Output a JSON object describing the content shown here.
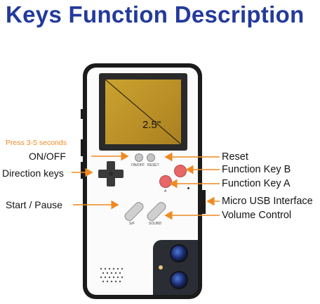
{
  "title": "Keys Function Description",
  "screen_size": "2.5\"",
  "left_labels": {
    "press_hint": "Press 3-5 seconds",
    "on_off": "ON/OFF",
    "direction": "Direction keys",
    "start_pause": "Start / Pause"
  },
  "right_labels": {
    "reset": "Reset",
    "function_b": "Function Key B",
    "function_a": "Function Key A",
    "usb": "Micro USB Interface",
    "volume": "Volume Control"
  },
  "button_print": {
    "on_off": "ON/OFF",
    "reset": "RESET",
    "a": "A",
    "sf": "S/F",
    "sound": "SOUND"
  },
  "colors": {
    "title": "#233a9c",
    "arrow": "#ef8a22",
    "screen": "#c29a2b",
    "button_red": "#e76666"
  }
}
